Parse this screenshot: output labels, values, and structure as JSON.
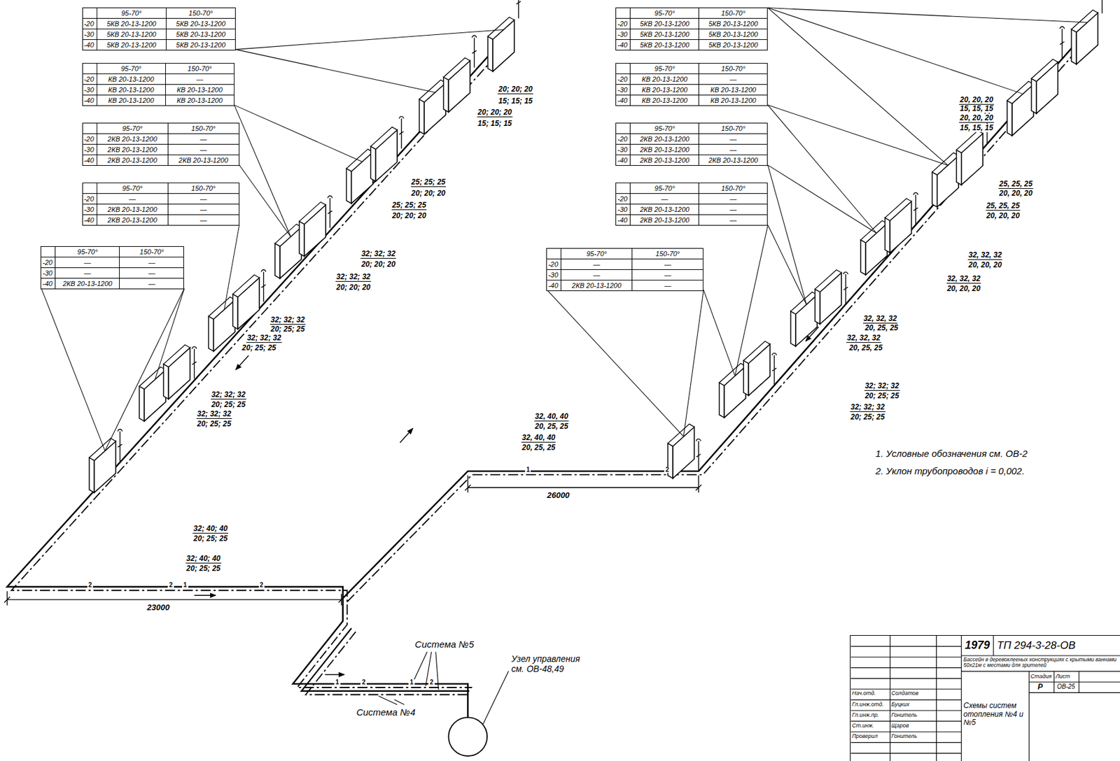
{
  "diagram": {
    "nodes": [
      {
        "text": [
          "95-70°",
          "150-70°",
          "-20",
          "5КВ 20-13-1200",
          "5КВ 20-13-1200",
          "-30",
          "5КВ 20-13-1200",
          "5КВ 20-13-1200",
          "-40",
          "5КВ 20-13-1200",
          "5КВ 20-13-1200"
        ]
      },
      {
        "text": [
          "95-70°",
          "150-70°",
          "-20",
          "КВ 20-13-1200",
          "—",
          "-30",
          "КВ 20-13-1200",
          "КВ 20-13-1200",
          "-40",
          "КВ 20-13-1200",
          "КВ 20-13-1200"
        ]
      },
      {
        "text": [
          "95-70°",
          "150-70°",
          "-20",
          "2КВ 20-13-1200",
          "—",
          "-30",
          "2КВ 20-13-1200",
          "—",
          "-40",
          "2КВ 20-13-1200",
          "2КВ 20-13-1200"
        ]
      },
      {
        "text": [
          "95-70°",
          "150-70°",
          "-20",
          "—",
          "—",
          "-30",
          "2КВ 20-13-1200",
          "—",
          "-40",
          "2КВ 20-13-1200",
          "—"
        ]
      },
      {
        "text": [
          "95-70°",
          "150-70°",
          "-20",
          "—",
          "—",
          "-30",
          "—",
          "—",
          "-40",
          "2КВ 20-13-1200",
          "—"
        ]
      },
      {
        "text": [
          "95-70°",
          "150-70°",
          "-20",
          "5КВ 20-13-1200",
          "5КВ 20-13-1200",
          "-30",
          "5КВ 20-13-1200",
          "5КВ 20-13-1200",
          "-40",
          "5КВ 20-13-1200",
          "5КВ 20-13-1200"
        ]
      },
      {
        "text": [
          "95-70°",
          "150-70°",
          "-20",
          "КВ 20-13-1200",
          "—",
          "-30",
          "КВ 20-13-1200",
          "КВ 20-13-1200",
          "-40",
          "КВ 20-13-1200",
          "КВ 20-13-1200"
        ]
      },
      {
        "text": [
          "95-70°",
          "150-70°",
          "-20",
          "2КВ 20-13-1200",
          "—",
          "-30",
          "2КВ 20-13-1200",
          "—",
          "-40",
          "2КВ 20-13-1200",
          "2КВ 20-13-1200"
        ]
      },
      {
        "text": [
          "95-70°",
          "150-70°",
          "-20",
          "—",
          "—",
          "-30",
          "2КВ 20-13-1200",
          "—",
          "-40",
          "2КВ 20-13-1200",
          "—"
        ]
      },
      {
        "text": [
          "95-70°",
          "150-70°",
          "-20",
          "—",
          "—",
          "-30",
          "—",
          "—",
          "-40",
          "2КВ 20-13-1200",
          "—"
        ]
      },
      {
        "text": [
          "1979",
          "ТП 294-3-28-ОВ",
          "Бассейн в деревоклееных конструкциях с крытыми ваннами 50х21м с местами для зрителей",
          "Стадия",
          "Лист",
          "Р",
          "ОВ-25",
          "Схемы систем отопления №4 и №5",
          "Нач.отд.",
          "Солдатов",
          "Гл.инж.отд.",
          "Буцких",
          "Гл.инж.пр.",
          "Гонитель",
          "Ст.инж.",
          "Щаров",
          "Проверил",
          "Гонитель"
        ]
      }
    ],
    "labels": [
      "20; 20; 20",
      "15; 15; 15",
      "20; 20; 20",
      "15; 15; 15",
      "25; 25; 25",
      "20; 20; 20",
      "25; 25; 25",
      "20; 20; 20",
      "32; 32; 32",
      "20; 20; 20",
      "32; 32; 32",
      "20; 20; 20",
      "32; 32; 32",
      "20; 25; 25",
      "32; 32; 32",
      "20; 25; 25",
      "32; 32; 32",
      "20; 25; 25",
      "32; 32; 32",
      "20; 25; 25",
      "32; 40; 40",
      "20; 25; 25",
      "32; 40; 40",
      "20; 25; 25",
      "32, 40, 40",
      "20, 25, 25",
      "32, 40, 40",
      "20, 25, 25",
      "20, 20, 20",
      "15, 15, 15",
      "20, 20, 20",
      "15, 15, 15",
      "25, 25, 25",
      "20, 20, 20",
      "25, 25, 25",
      "20, 20, 20",
      "32, 32, 32",
      "20, 20, 20",
      "32, 32, 32",
      "20, 20, 20",
      "32, 32, 32",
      "20, 25, 25",
      "32, 32, 32",
      "20, 25, 25",
      "32; 32; 32",
      "20; 25; 25",
      "32; 32; 32",
      "20; 25; 25",
      "23000",
      "26000",
      "Система №5",
      "Система №4",
      "Узел управления см. ОВ-48,49",
      "1. Условные обозначения см. ОВ-2",
      "2. Уклон трубопроводов i = 0,002.",
      "2",
      "2",
      "1",
      "2",
      "1",
      "2",
      "1",
      "2",
      "1",
      "2"
    ]
  }
}
